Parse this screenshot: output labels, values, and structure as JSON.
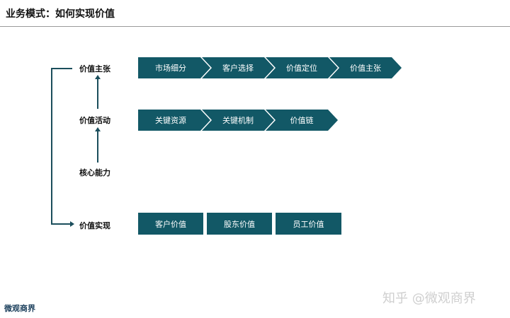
{
  "header": {
    "title": "业务模式：如何实现价值"
  },
  "labels": {
    "value_proposition": "价值主张",
    "value_activity": "价值活动",
    "core_capability": "核心能力",
    "value_realization": "价值实现"
  },
  "row1": [
    "市场细分",
    "客户选择",
    "价值定位",
    "价值主张"
  ],
  "row2": [
    "关键资源",
    "关键机制",
    "价值链"
  ],
  "row3": [
    "客户价值",
    "股东价值",
    "员工价值"
  ],
  "footer": {
    "brand": "微观商界",
    "watermark": "知乎 @微观商界"
  },
  "colors": {
    "box": "#125866",
    "line": "#1b4e5c"
  }
}
